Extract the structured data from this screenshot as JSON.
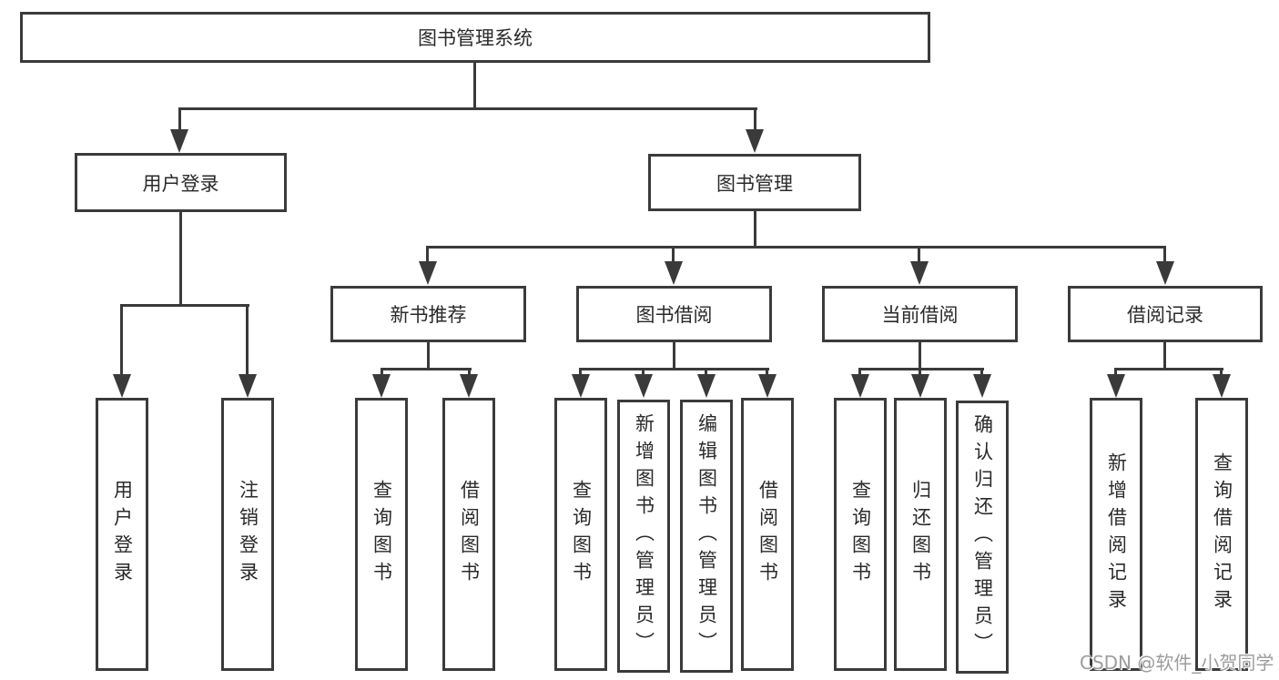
{
  "diagram_type": "hierarchy-tree",
  "colors": {
    "background": "#ffffff",
    "box_border": "#3b3b3b",
    "line": "#3a3a3a",
    "text": "#2a2a2a",
    "watermark": "#9c9c9c"
  },
  "tree": {
    "root": {
      "label": "图书管理系统"
    },
    "level2": [
      {
        "label": "用户登录",
        "children": [
          {
            "label": "用户登录"
          },
          {
            "label": "注销登录"
          }
        ]
      },
      {
        "label": "图书管理",
        "children": [
          {
            "label": "新书推荐",
            "children": [
              {
                "label": "查询图书"
              },
              {
                "label": "借阅图书"
              }
            ]
          },
          {
            "label": "图书借阅",
            "children": [
              {
                "label": "查询图书"
              },
              {
                "label": "新增图书（管理员）"
              },
              {
                "label": "编辑图书（管理员）"
              },
              {
                "label": "借阅图书"
              }
            ]
          },
          {
            "label": "当前借阅",
            "children": [
              {
                "label": "查询图书"
              },
              {
                "label": "归还图书"
              },
              {
                "label": "确认归还（管理员）"
              }
            ]
          },
          {
            "label": "借阅记录",
            "children": [
              {
                "label": "新增借阅记录"
              },
              {
                "label": "查询借阅记录"
              }
            ]
          }
        ]
      }
    ]
  },
  "watermark": {
    "text": "CSDN @软件_小贺同学"
  }
}
